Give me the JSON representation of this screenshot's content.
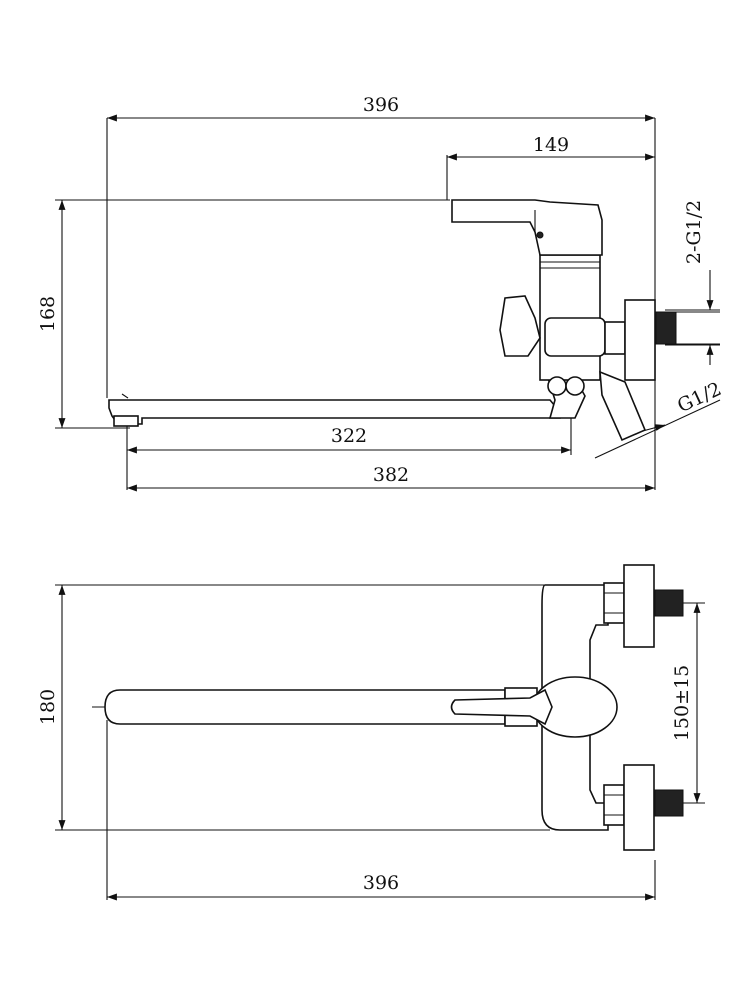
{
  "side_view": {
    "dim_overall_length": "396",
    "dim_handle_offset": "149",
    "dim_height": "168",
    "dim_spout_322": "322",
    "dim_spout_382": "382",
    "dim_thread_2g": "2-G1/2",
    "dim_thread_g": "G1/2"
  },
  "top_view": {
    "dim_width": "180",
    "dim_center_distance": "150±15",
    "dim_overall_length": "396"
  },
  "colors": {
    "line": "#111111",
    "background": "#ffffff"
  }
}
